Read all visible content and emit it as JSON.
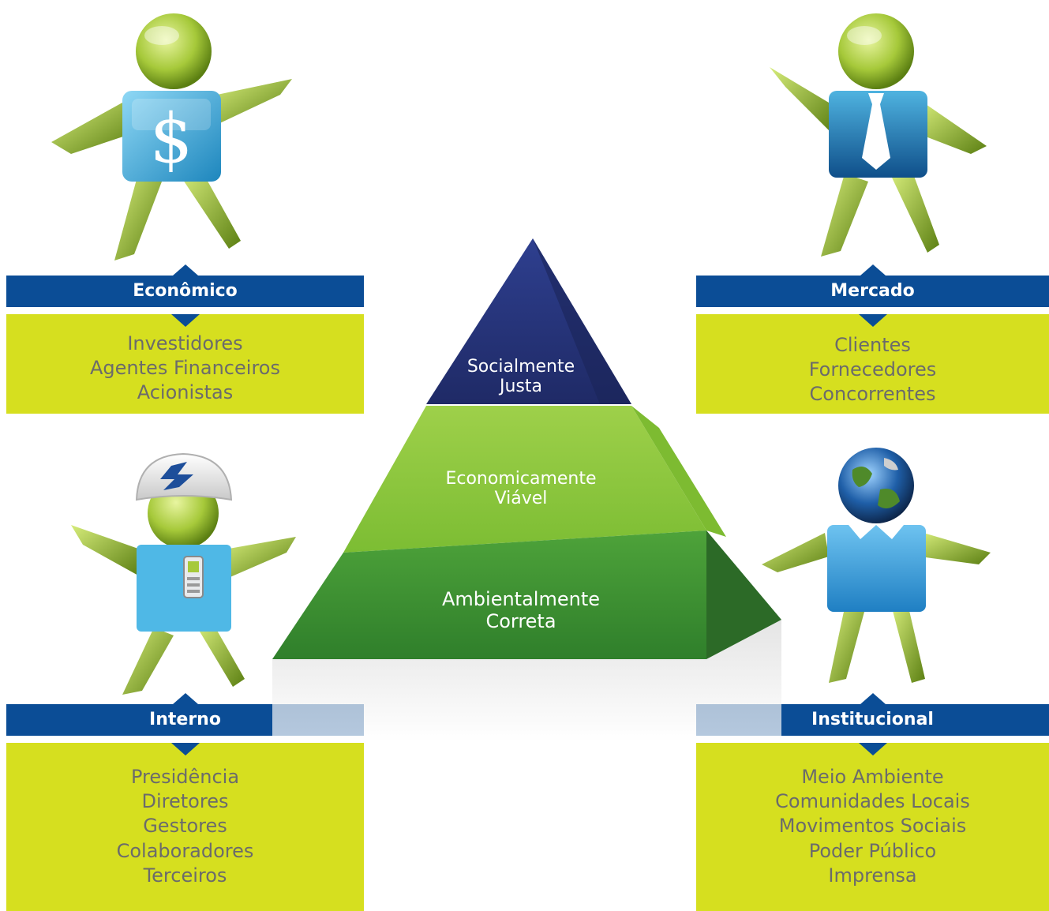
{
  "pyramid": {
    "top": [
      "Socialmente",
      "Justa"
    ],
    "middle": [
      "Economicamente",
      "Viável"
    ],
    "bottom": [
      "Ambientalmente",
      "Correta"
    ]
  },
  "groups": {
    "economico": {
      "title": "Econômico",
      "items": [
        "Investidores",
        "Agentes Financeiros",
        "Acionistas"
      ]
    },
    "mercado": {
      "title": "Mercado",
      "items": [
        "Clientes",
        "Fornecedores",
        "Concorrentes"
      ]
    },
    "interno": {
      "title": "Interno",
      "items": [
        "Presidência",
        "Diretores",
        "Gestores",
        "Colaboradores",
        "Terceiros"
      ]
    },
    "institucional": {
      "title": "Institucional",
      "items": [
        "Meio Ambiente",
        "Comunidades Locais",
        "Movimentos Sociais",
        "Poder Público",
        "Imprensa"
      ]
    }
  },
  "icons": {
    "figure_economico": "dollar-figure-icon",
    "figure_mercado": "tie-figure-icon",
    "figure_interno": "helmet-badge-figure-icon",
    "figure_institucional": "globe-head-figure-icon"
  },
  "colors": {
    "header_blue": "#0b4d96",
    "box_yellow": "#d6df1f",
    "list_text": "#6b6b6b",
    "pyramid_top": "#28367a",
    "pyramid_middle": "#8ec63f",
    "pyramid_bottom": "#3f8f36",
    "figure_green": "#a6c93a",
    "figure_blue": "#3aa7d9"
  }
}
